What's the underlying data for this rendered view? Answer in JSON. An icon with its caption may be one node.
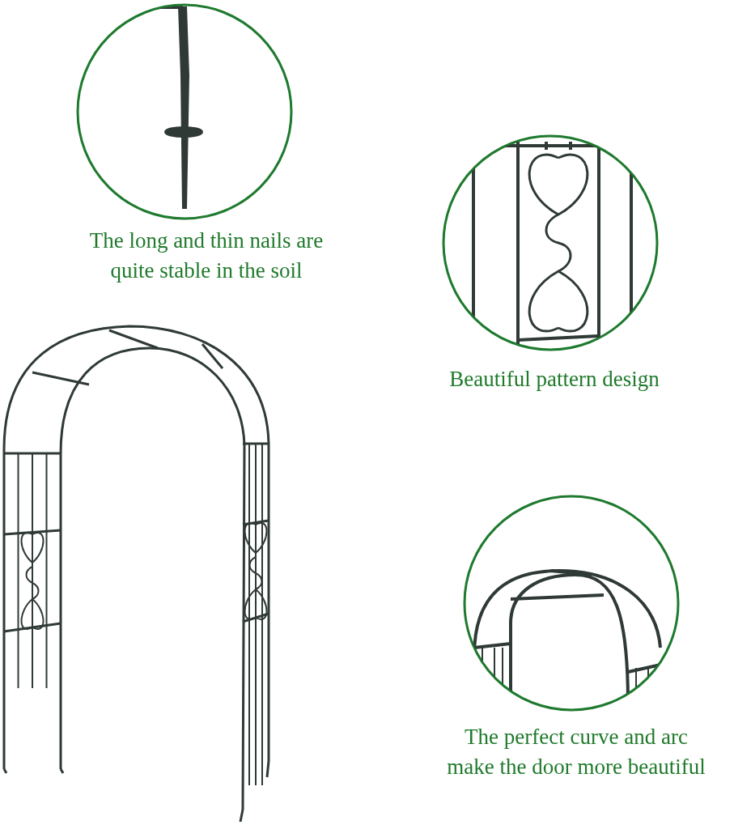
{
  "diagram": {
    "nodes": [
      {
        "text": [
          "The long and thin nails are quite stable in the soil"
        ]
      },
      {
        "text": [
          "Beautiful pattern design"
        ]
      },
      {
        "text": [
          "The perfect curve and arc make the door more beautiful"
        ]
      }
    ]
  }
}
